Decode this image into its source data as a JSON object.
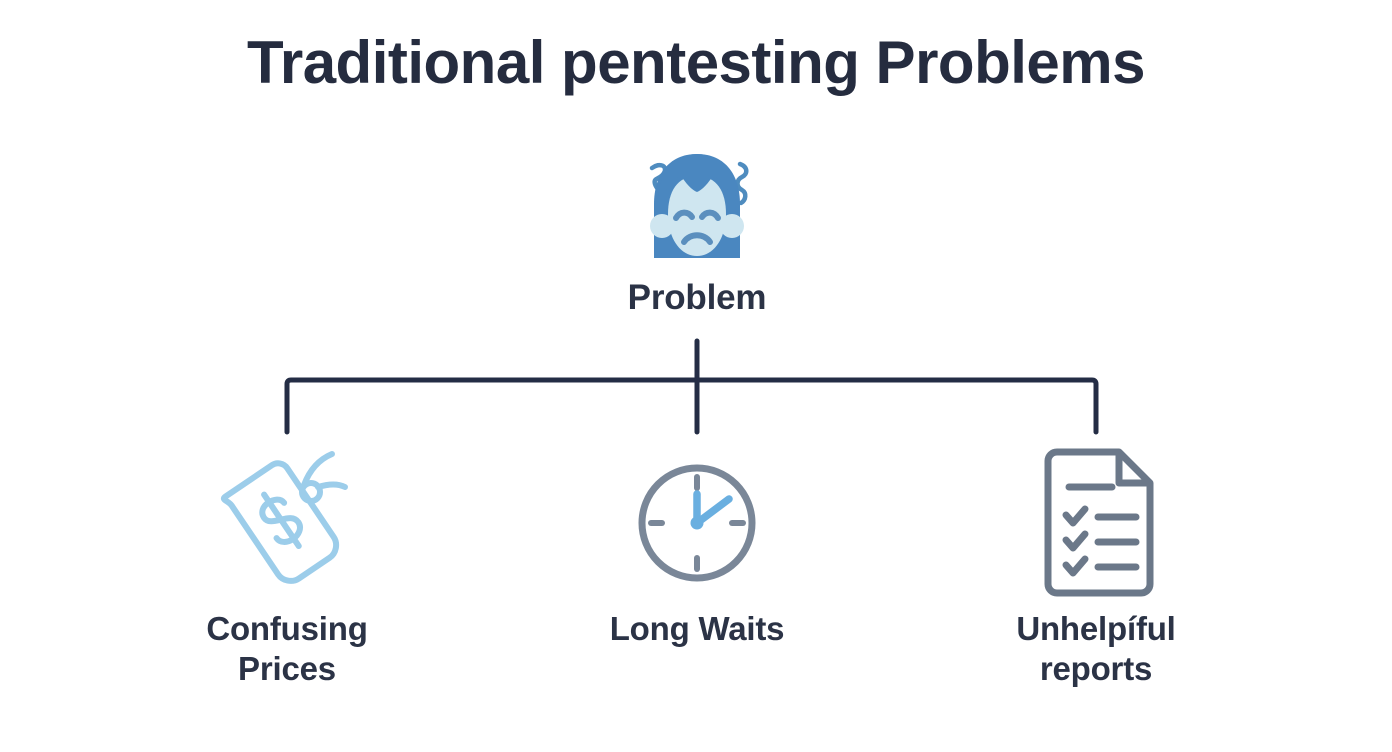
{
  "diagram": {
    "title": "Traditional pentesting Problems",
    "type": "tree",
    "background_color": "#ffffff",
    "title_color": "#252c3f",
    "label_color": "#2b3346",
    "connector_color": "#242d45",
    "root": {
      "label": "Problem",
      "icon": "sad-frustrated-face-icon",
      "icon_colors": {
        "hair": "#4a87c0",
        "face": "#cfe6f0",
        "feature": "#5b8fbe",
        "squiggle": "#4f8cbf"
      }
    },
    "branches": [
      {
        "label": "Confusing Prices",
        "label_line_1": "Confusing",
        "label_line_2": "Prices",
        "icon": "price-tag-dollar-icon",
        "icon_color": "#9ccdea"
      },
      {
        "label": "Long Waits",
        "label_line_1": "Long Waits",
        "label_line_2": "",
        "icon": "clock-icon",
        "icon_color": "#7a8798",
        "icon_accent_color": "#6aafe0"
      },
      {
        "label": "Unhelpíful reports",
        "label_line_1": "Unhelpíful",
        "label_line_2": "reports",
        "icon": "document-checklist-icon",
        "icon_color": "#6b7889"
      }
    ]
  }
}
